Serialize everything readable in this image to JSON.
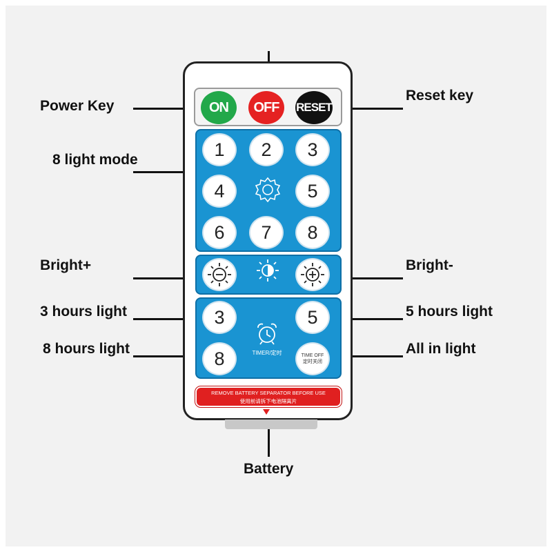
{
  "labels": {
    "power_key": "Power Key",
    "reset_key": "Reset key",
    "light_mode": "8 light mode",
    "bright_plus": "Bright+",
    "bright_minus": "Bright-",
    "three_hours": "3 hours light",
    "five_hours": "5 hours light",
    "eight_hours": "8 hours light",
    "all_in_light": "All in light",
    "battery": "Battery"
  },
  "remote": {
    "on": "ON",
    "off": "OFF",
    "reset": "RESET",
    "modes": [
      "1",
      "2",
      "3",
      "4",
      "5",
      "6",
      "7",
      "8"
    ],
    "timer": {
      "three": "3",
      "five": "5",
      "eight": "8",
      "timer_label": "TIMER/定时",
      "time_off_line1": "TIME OFF",
      "time_off_line2": "定时关闭"
    },
    "warning_line1": "REMOVE BATTERY SEPARATOR BEFORE USE",
    "warning_line2": "使用前请拆下电池隔离片"
  },
  "colors": {
    "on": "#22a84a",
    "off": "#e52222",
    "reset": "#111111",
    "panel_blue": "#1a94d2",
    "warning": "#e02020"
  }
}
